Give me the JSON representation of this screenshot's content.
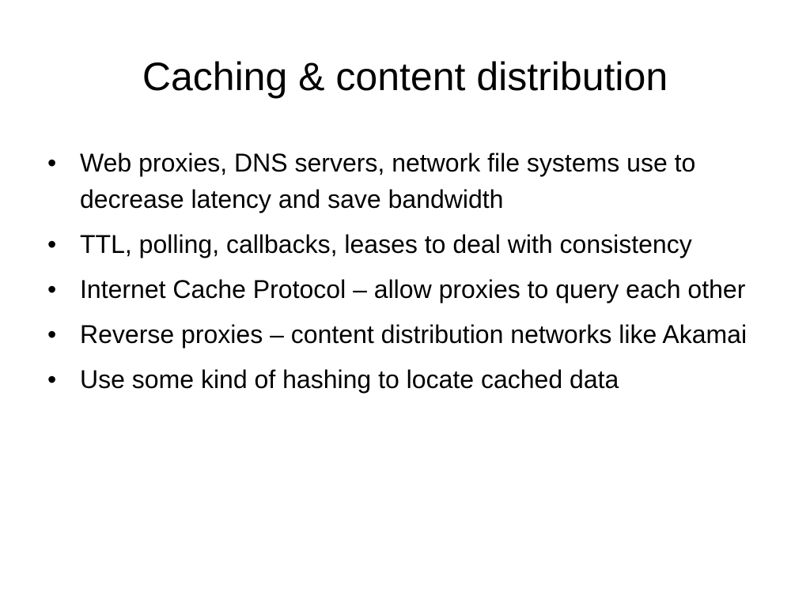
{
  "slide": {
    "title": "Caching & content distribution",
    "bullet_symbol": "•",
    "bullets": [
      {
        "text": "Web proxies, DNS servers, network file systems use to decrease latency and save bandwidth"
      },
      {
        "text": "TTL, polling, callbacks, leases to deal with consistency"
      },
      {
        "text": "Internet Cache Protocol – allow proxies to query each other"
      },
      {
        "text": "Reverse proxies – content distribution networks like Akamai"
      },
      {
        "text": "Use some kind of hashing to locate cached data"
      }
    ]
  }
}
